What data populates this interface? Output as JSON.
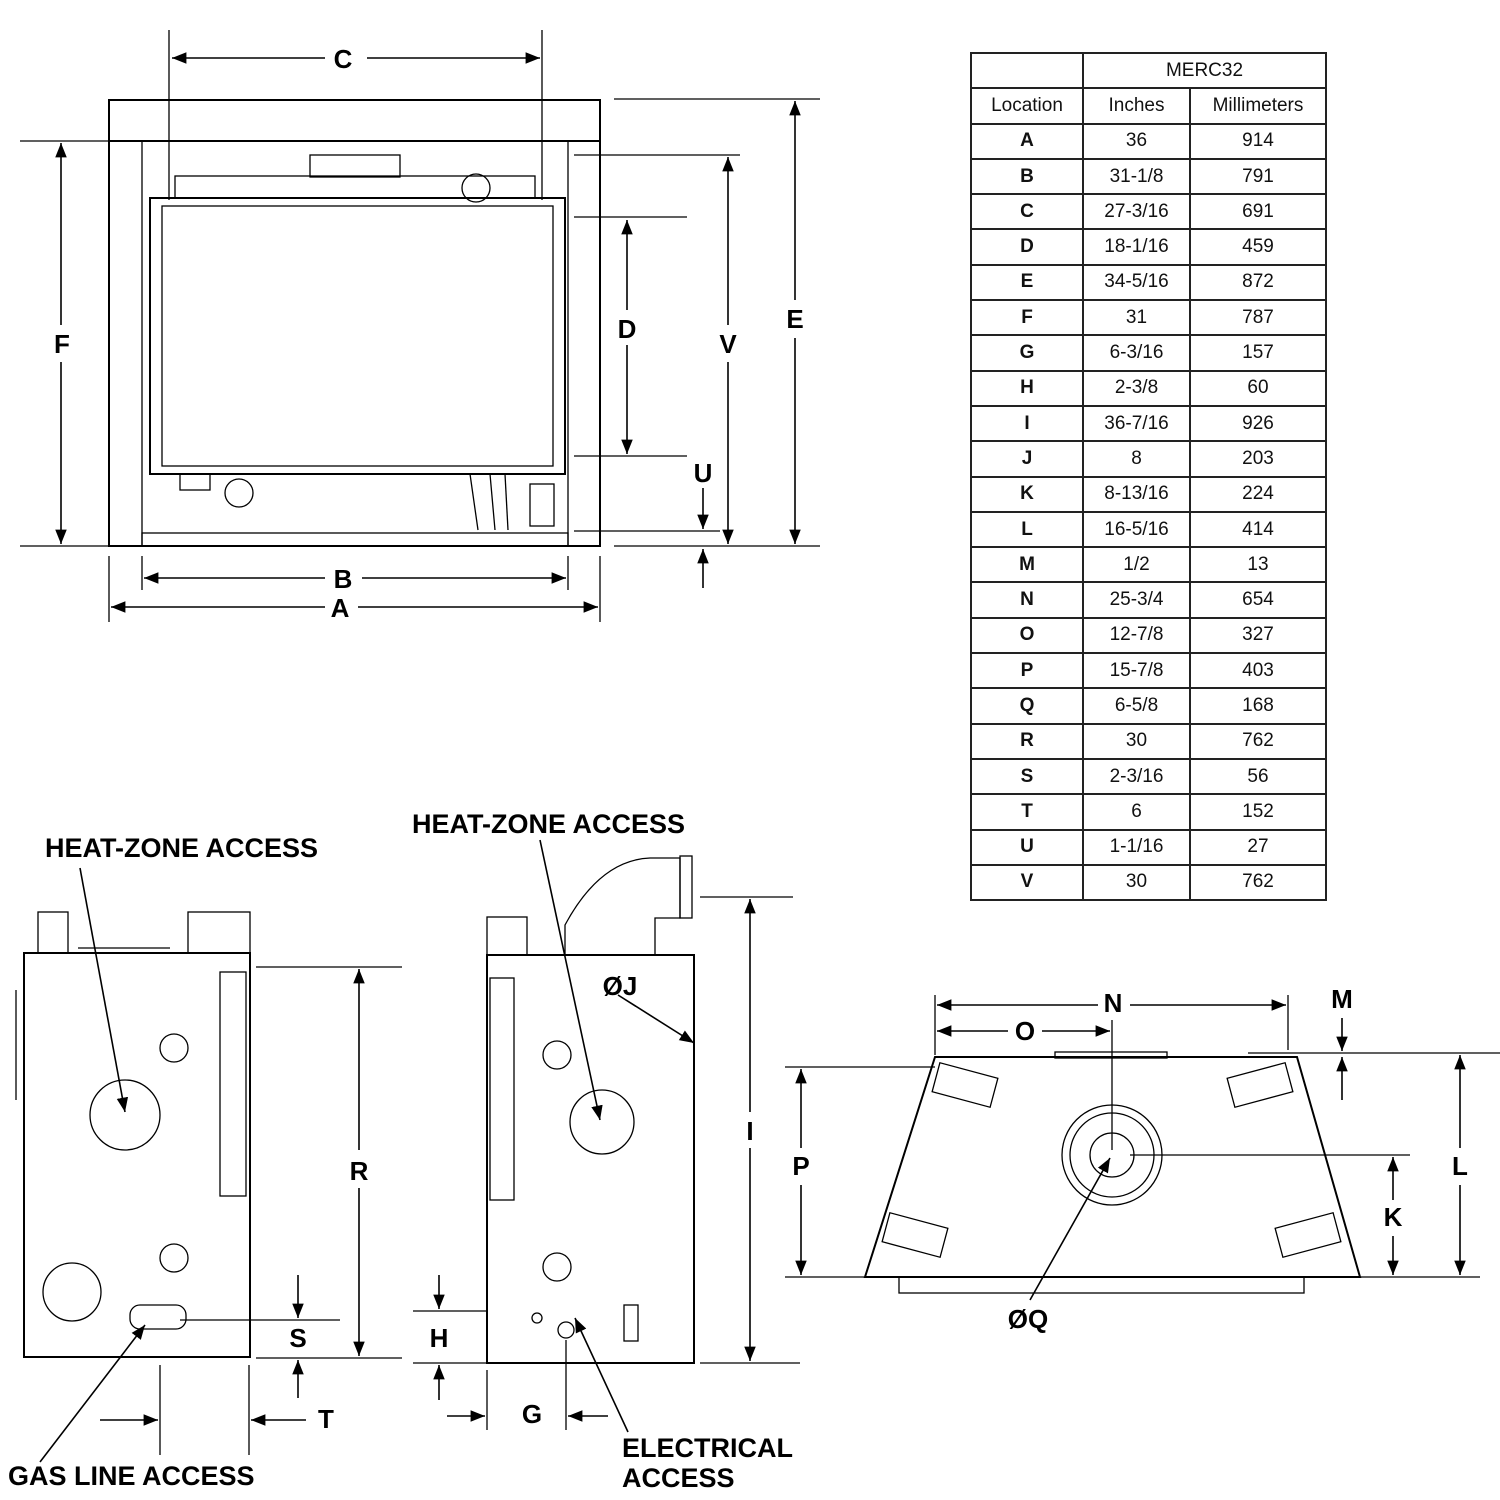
{
  "table": {
    "model": "MERC32",
    "headers": {
      "location": "Location",
      "inches": "Inches",
      "millimeters": "Millimeters"
    },
    "rows": [
      {
        "loc": "A",
        "in": "36",
        "mm": "914"
      },
      {
        "loc": "B",
        "in": "31-1/8",
        "mm": "791"
      },
      {
        "loc": "C",
        "in": "27-3/16",
        "mm": "691"
      },
      {
        "loc": "D",
        "in": "18-1/16",
        "mm": "459"
      },
      {
        "loc": "E",
        "in": "34-5/16",
        "mm": "872"
      },
      {
        "loc": "F",
        "in": "31",
        "mm": "787"
      },
      {
        "loc": "G",
        "in": "6-3/16",
        "mm": "157"
      },
      {
        "loc": "H",
        "in": "2-3/8",
        "mm": "60"
      },
      {
        "loc": "I",
        "in": "36-7/16",
        "mm": "926"
      },
      {
        "loc": "J",
        "in": "8",
        "mm": "203"
      },
      {
        "loc": "K",
        "in": "8-13/16",
        "mm": "224"
      },
      {
        "loc": "L",
        "in": "16-5/16",
        "mm": "414"
      },
      {
        "loc": "M",
        "in": "1/2",
        "mm": "13"
      },
      {
        "loc": "N",
        "in": "25-3/4",
        "mm": "654"
      },
      {
        "loc": "O",
        "in": "12-7/8",
        "mm": "327"
      },
      {
        "loc": "P",
        "in": "15-7/8",
        "mm": "403"
      },
      {
        "loc": "Q",
        "in": "6-5/8",
        "mm": "168"
      },
      {
        "loc": "R",
        "in": "30",
        "mm": "762"
      },
      {
        "loc": "S",
        "in": "2-3/16",
        "mm": "56"
      },
      {
        "loc": "T",
        "in": "6",
        "mm": "152"
      },
      {
        "loc": "U",
        "in": "1-1/16",
        "mm": "27"
      },
      {
        "loc": "V",
        "in": "30",
        "mm": "762"
      }
    ]
  },
  "labels": {
    "A": "A",
    "B": "B",
    "C": "C",
    "D": "D",
    "E": "E",
    "F": "F",
    "G": "G",
    "H": "H",
    "I": "I",
    "J": "ØJ",
    "K": "K",
    "L": "L",
    "M": "M",
    "N": "N",
    "O": "O",
    "P": "P",
    "Q": "ØQ",
    "R": "R",
    "S": "S",
    "T": "T",
    "U": "U",
    "V": "V"
  },
  "callouts": {
    "heat_zone_left": "HEAT-ZONE ACCESS",
    "heat_zone_middle": "HEAT-ZONE ACCESS",
    "gas_line": "GAS LINE ACCESS",
    "electrical_1": "ELECTRICAL",
    "electrical_2": "ACCESS"
  }
}
